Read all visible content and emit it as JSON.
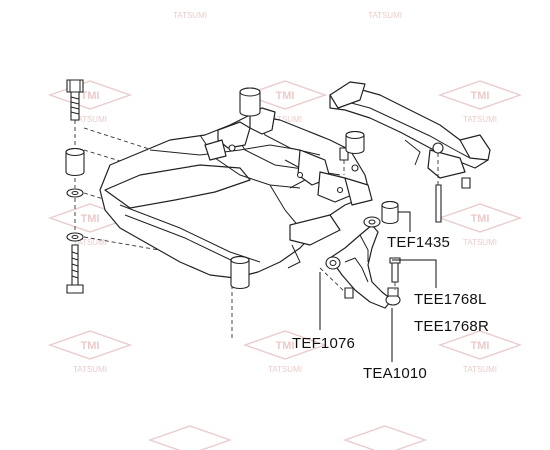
{
  "watermark": {
    "brand": "TMI",
    "name": "TATSUMI",
    "color": "#d9a0a0"
  },
  "watermark_marks": [
    {
      "id": "wm-1"
    },
    {
      "id": "wm-2"
    },
    {
      "id": "wm-3"
    },
    {
      "id": "wm-4"
    },
    {
      "id": "wm-5"
    },
    {
      "id": "wm-6"
    },
    {
      "id": "wm-7"
    },
    {
      "id": "wm-8"
    },
    {
      "id": "wm-9"
    },
    {
      "id": "wm-10"
    },
    {
      "id": "wm-11"
    },
    {
      "id": "wm-12"
    }
  ],
  "labels": {
    "tef1435": "TEF1435",
    "tee1768l": "TEE1768L",
    "tee1768r": "TEE1768R",
    "tef1076": "TEF1076",
    "tea1010": "TEA1010"
  }
}
